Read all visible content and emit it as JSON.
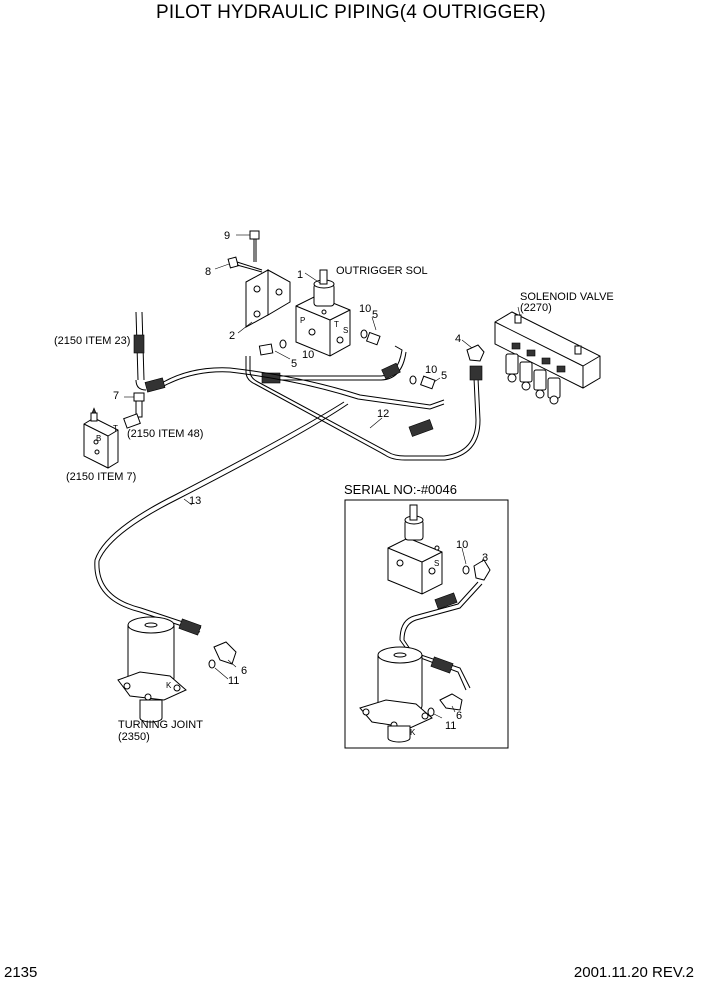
{
  "title": "PILOT HYDRAULIC PIPING(4 OUTRIGGER)",
  "page_number": "2135",
  "revision": "2001.11.20  REV.2",
  "serial_note": "SERIAL NO:-#0046",
  "labels": {
    "outrigger_sol": "OUTRIGGER SOL",
    "solenoid_valve": "SOLENOID VALVE",
    "solenoid_valve_ref": "(2270)",
    "item23": "(2150 ITEM 23)",
    "item48": "(2150 ITEM 48)",
    "item7": "(2150 ITEM 7)",
    "turning_joint": "TURNING JOINT",
    "turning_joint_ref": "(2350)"
  },
  "port_letters": {
    "p": "P",
    "t": "T",
    "s": "S",
    "k": "K",
    "b": "B"
  },
  "callouts": {
    "c1": "1",
    "c2": "2",
    "c3": "3",
    "c4": "4",
    "c5a": "5",
    "c5b": "5",
    "c5c": "5",
    "c6a": "6",
    "c6b": "6",
    "c7": "7",
    "c8": "8",
    "c9": "9",
    "c10a": "10",
    "c10b": "10",
    "c10c": "10",
    "c10d": "10",
    "c11a": "11",
    "c11b": "11",
    "c12": "12",
    "c13": "13"
  }
}
